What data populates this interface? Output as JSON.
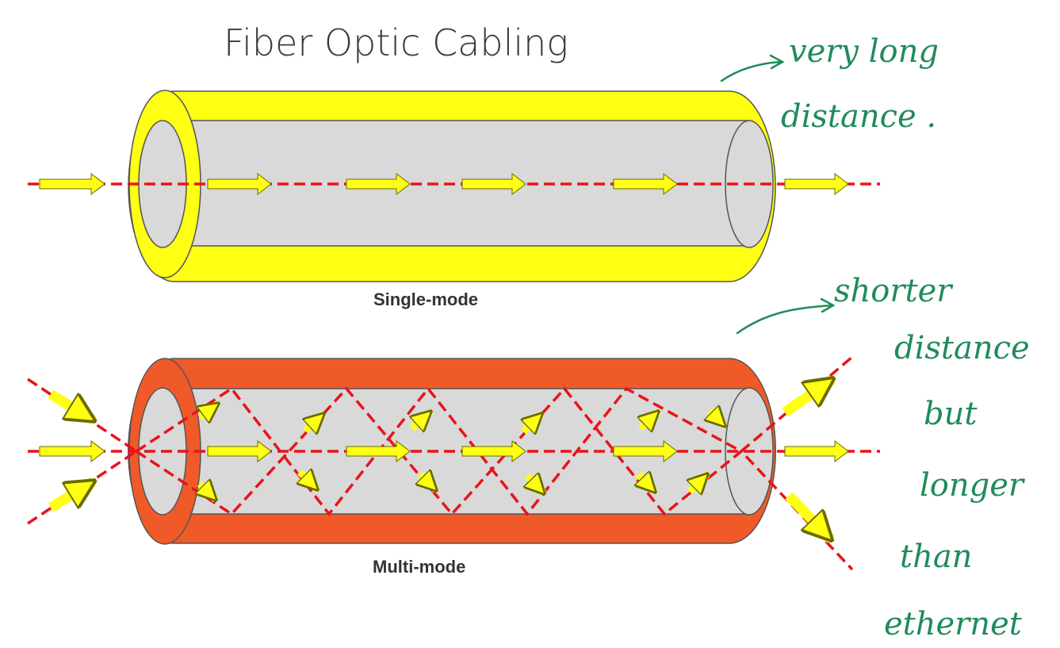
{
  "title": "Fiber Optic Cabling",
  "single_mode": {
    "label": "Single-mode",
    "cladding_color": "#ffff14",
    "core_color": "#d9d9d9"
  },
  "multi_mode": {
    "label": "Multi-mode",
    "cladding_color": "#f05a28",
    "core_color": "#d9d9d9"
  },
  "ray_color": "#e8141a",
  "arrow_color": "#ffff14",
  "handwriting_color": "#1f8c5a",
  "annotations": {
    "single_note": [
      "very long",
      "distance ."
    ],
    "multi_note": [
      "shorter",
      "distance",
      "but",
      "longer",
      "than",
      "ethernet"
    ]
  }
}
